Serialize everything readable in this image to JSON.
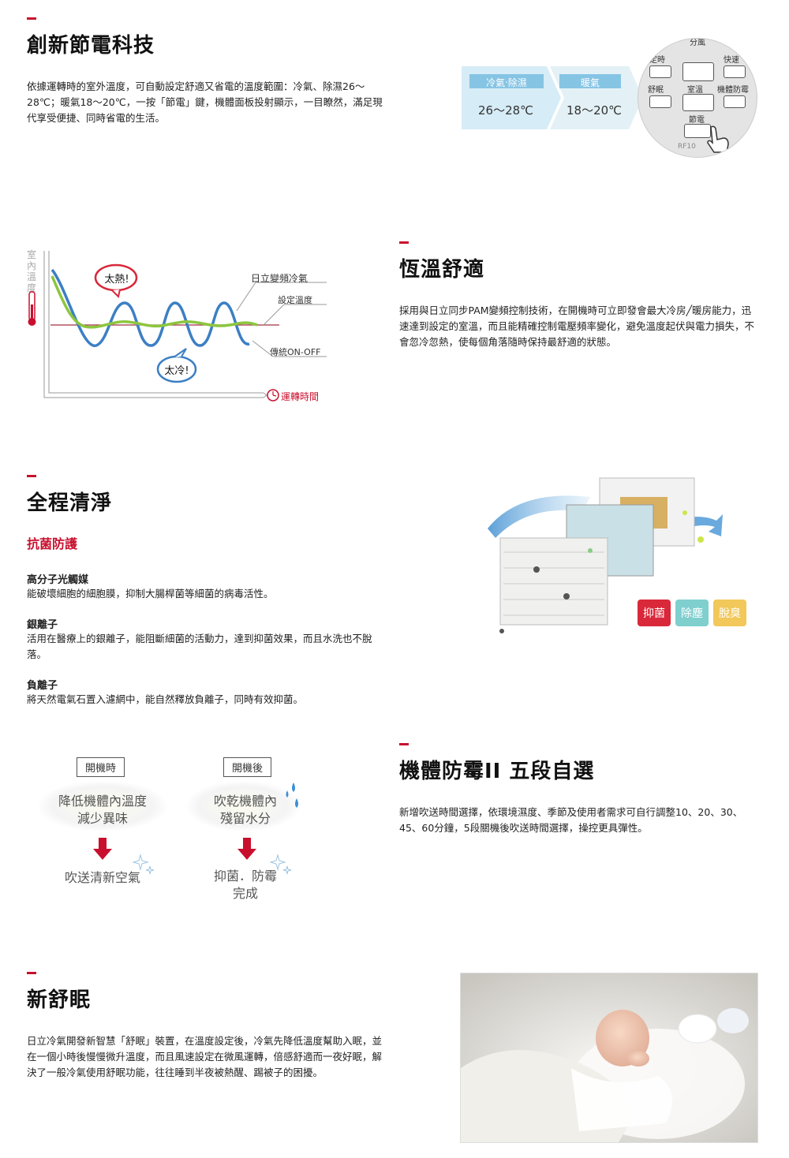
{
  "s1": {
    "title": "創新節電科技",
    "body": "依據運轉時的室外溫度，可自動設定舒適又省電的溫度範圍：冷氣、除濕26～28℃；暖氣18～20℃，一按「節電」鍵，機體面板投射顯示，一目瞭然，滿足現代享受便捷、同時省電的生活。",
    "modes": [
      {
        "label": "冷氣‧除濕",
        "value": "26～28℃"
      },
      {
        "label": "暖氣",
        "value": "18～20℃"
      }
    ],
    "remote": {
      "top": "分風",
      "timer": "定時",
      "fast": "快速",
      "sleep": "舒眠",
      "room": "室溫",
      "mold": "機體防霉",
      "save": "節電",
      "model": "RF10"
    }
  },
  "s2": {
    "title": "恆溫舒適",
    "body": "採用與日立同步PAM變頻控制技術，在開機時可立即發會最大冷房╱暖房能力，迅速達到設定的室溫，而且能精確控制電壓頻率變化，避免溫度起伏與電力損失，不會忽冷忽熱，使每個角落隨時保持最舒適的狀態。",
    "chart": {
      "ylabel": "室內溫度",
      "xlabel": "運轉時間",
      "hot": "太熱!",
      "cold": "太冷!",
      "legend_inverter": "日立變頻冷氣",
      "legend_set": "設定溫度",
      "legend_onoff": "傳統ON-OFF"
    }
  },
  "s3": {
    "title": "全程清淨",
    "subtitle": "抗菌防護",
    "items": [
      {
        "title": "高分子光觸媒",
        "text": "能破壞細胞的細胞膜，抑制大腸桿菌等細菌的病毒活性。"
      },
      {
        "title": "銀離子",
        "text": "活用在醫療上的銀離子，能阻斷細菌的活動力，達到抑菌效果，而且水洗也不脫落。"
      },
      {
        "title": "負離子",
        "text": "將天然電氣石置入濾網中，能自然釋放負離子，同時有效抑菌。"
      }
    ],
    "badges": [
      {
        "label": "抑菌",
        "color": "#d9283a"
      },
      {
        "label": "除塵",
        "color": "#7fcfcf"
      },
      {
        "label": "脫臭",
        "color": "#f2c85b"
      }
    ]
  },
  "s4": {
    "title": "機體防霉II 五段自選",
    "body": "新增吹送時間選擇，依環境濕度、季節及使用者需求可自行調整10、20、30、45、60分鐘，5段關機後吹送時間選擇，操控更具彈性。",
    "flow": {
      "left_label": "開機時",
      "left_line1": "降低機體內溫度",
      "left_line2": "減少異味",
      "left_result": "吹送清新空氣",
      "right_label": "開機後",
      "right_line1": "吹乾機體內",
      "right_line2": "殘留水分",
      "right_result1": "抑菌．防霉",
      "right_result2": "完成"
    }
  },
  "s5": {
    "title": "新舒眠",
    "body": "日立冷氣開發新智慧「舒眠」裝置，在溫度設定後，冷氣先降低溫度幫助入眠，並在一個小時後慢慢微升溫度，而且風速設定在微風運轉，倍感舒適而一夜好眠，解決了一般冷氣使用舒眠功能，往往睡到半夜被熱醒、踢被子的困擾。"
  },
  "colors": {
    "accent": "#c8102e",
    "inverter": "#8cc63f",
    "onoff": "#3c7fc4",
    "set": "#a03040"
  }
}
